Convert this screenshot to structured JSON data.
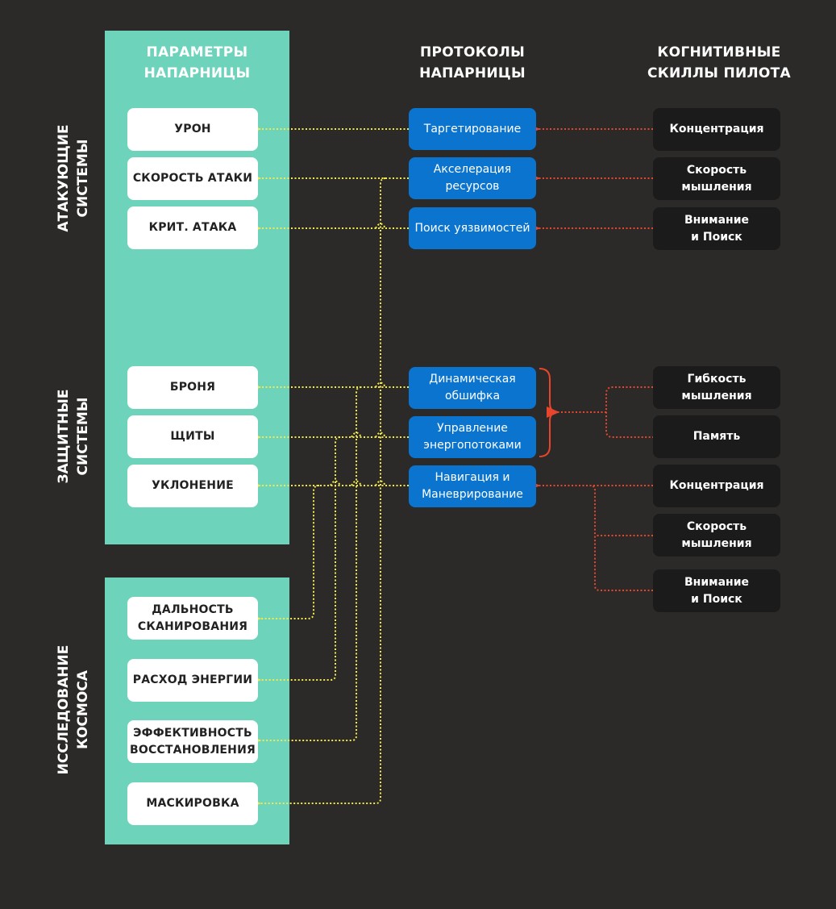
{
  "headers": {
    "params": "ПАРАМЕТРЫ\nНАПАРНИЦЫ",
    "protocols": "ПРОТОКОЛЫ\nНАПАРНИЦЫ",
    "skills": "КОГНИТИВНЫЕ\nСКИЛЛЫ ПИЛОТА"
  },
  "groups": {
    "attack": "АТАКУЮЩИЕ\nСИСТЕМЫ",
    "defense": "ЗАЩИТНЫЕ\nСИСТЕМЫ",
    "explore": "ИССЛЕДОВАНИЕ\nКОСМОСА"
  },
  "params": {
    "damage": "УРОН",
    "attack_speed": "СКОРОСТЬ АТАКИ",
    "crit": "КРИТ. АТАКА",
    "armor": "БРОНЯ",
    "shields": "ЩИТЫ",
    "evasion": "УКЛОНЕНИЕ",
    "scan_range": "ДАЛЬНОСТЬ\nСКАНИРОВАНИЯ",
    "energy_use": "РАСХОД ЭНЕРГИИ",
    "recovery": "ЭФФЕКТИВНОСТЬ\nВОССТАНОВЛЕНИЯ",
    "stealth": "МАСКИРОВКА"
  },
  "protocols": {
    "targeting": "Таргетирование",
    "acceleration": "Акселерация\nресурсов",
    "vuln": "Поиск уязвимостей",
    "plating": "Динамическая\nобшифка",
    "energy": "Управление\nэнергопотоками",
    "nav": "Навигация и\nМаневрирование"
  },
  "skills": {
    "s1": "Концентрация",
    "s2": "Скорость\nмышления",
    "s3": "Внимание\nи Поиск",
    "s4": "Гибкость\nмышления",
    "s5": "Память",
    "s6": "Концентрация",
    "s7": "Скорость\nмышления",
    "s8": "Внимание\nи Поиск"
  },
  "colors": {
    "background": "#2b2a28",
    "panel": "#6dd3bb",
    "protocol": "#0a74cf",
    "skill": "#1b1b1b",
    "yellow_link": "#f2e94e",
    "red_link": "#e8452c"
  }
}
